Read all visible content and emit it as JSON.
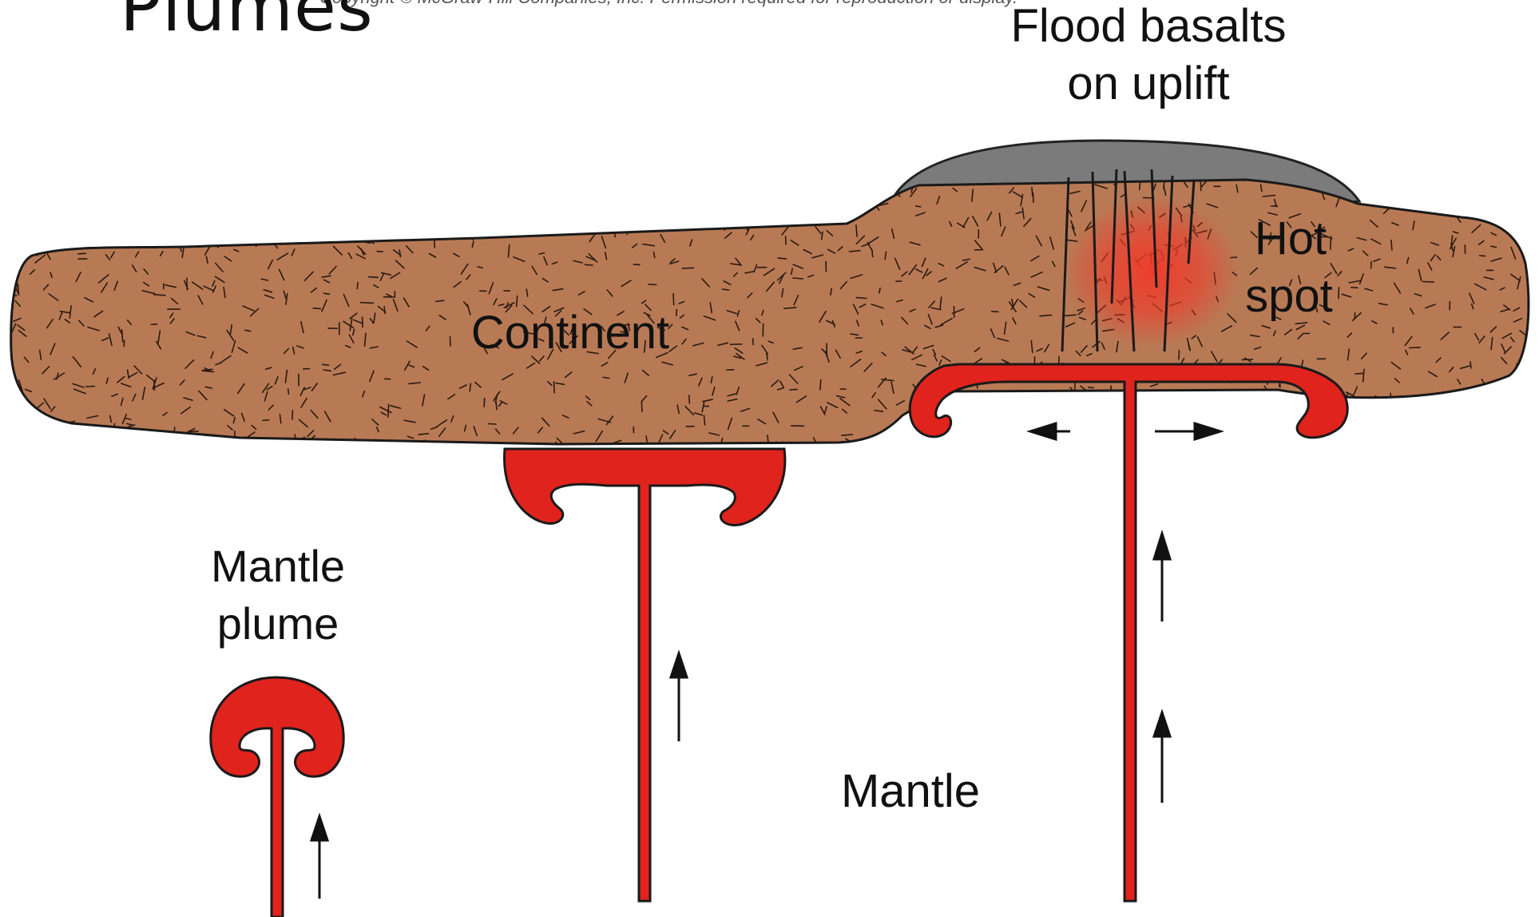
{
  "slide": {
    "title": "Plumes",
    "copyright": "Copyright © McGraw-Hill Companies, Inc. Permission required for reproduction or display."
  },
  "labels": {
    "flood_basalts_line1": "Flood basalts",
    "flood_basalts_line2": "on uplift",
    "hot_line1": "Hot",
    "hot_line2": "spot",
    "continent": "Continent",
    "mantle_plume_line1": "Mantle",
    "mantle_plume_line2": "plume",
    "mantle": "Mantle"
  },
  "colors": {
    "continent_fill": "#b87a55",
    "plume_red": "#e0231c",
    "basalt_gray": "#7b7b7b",
    "hot_spot_glow": "#f03a2a"
  }
}
